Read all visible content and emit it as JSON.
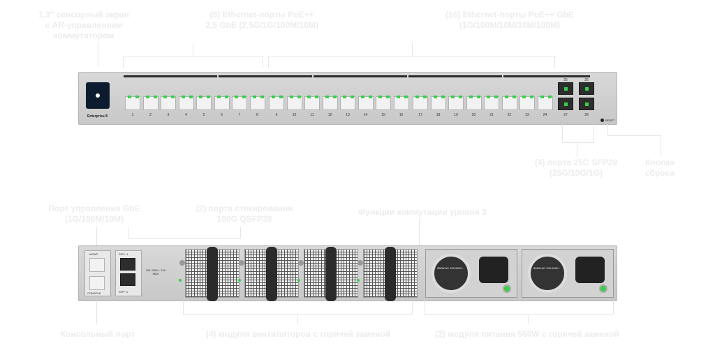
{
  "front": {
    "model_label": "Enterprise 8",
    "reset_label": "RESET",
    "port_numbers": [
      "1",
      "2",
      "3",
      "4",
      "5",
      "6",
      "7",
      "8",
      "9",
      "10",
      "11",
      "12",
      "13",
      "14",
      "15",
      "16",
      "17",
      "18",
      "19",
      "20",
      "21",
      "22",
      "23",
      "24"
    ],
    "sfp_numbers": [
      "25",
      "26",
      "27",
      "28"
    ]
  },
  "rear": {
    "mgmt_label": "MGMT",
    "console_label": "CONSOLE",
    "sfp1_label": "SFP+ 1",
    "sfp2_label": "SFP+ 2",
    "power_spec": "100–240V~ 12A MAX",
    "psu_label": "550W AC 100-240V~"
  },
  "annotations": {
    "touch": [
      "1,3\" сенсорный экран",
      "с AR-управлением",
      "коммутатором"
    ],
    "ports_25g": [
      "(8) Ethernet-порты PoE++",
      "2,5 GbE (2,5G/1G/100M/10M)"
    ],
    "ports_gbe": [
      "(16) Ethernet-порты PoE++ GbE",
      "(1G/100M/10M/10M/100M)"
    ],
    "sfp28": [
      "(4) порта 25G SFP28",
      "(25G/10G/1G)"
    ],
    "reset_btn": [
      "Кнопка",
      "сброса"
    ],
    "mgmt_port": [
      "Порт управления GbE",
      "(1G/100M/10M)"
    ],
    "stack_ports": [
      "(2) порта стекирования",
      "100G QSFP28"
    ],
    "l3": "Функции коммутации уровня 3",
    "console": "Консольный порт",
    "fans": "(4) модуля вентиляторов с горячей заменой",
    "psus": "(2) модуля питания 550W с горячей заменой"
  }
}
